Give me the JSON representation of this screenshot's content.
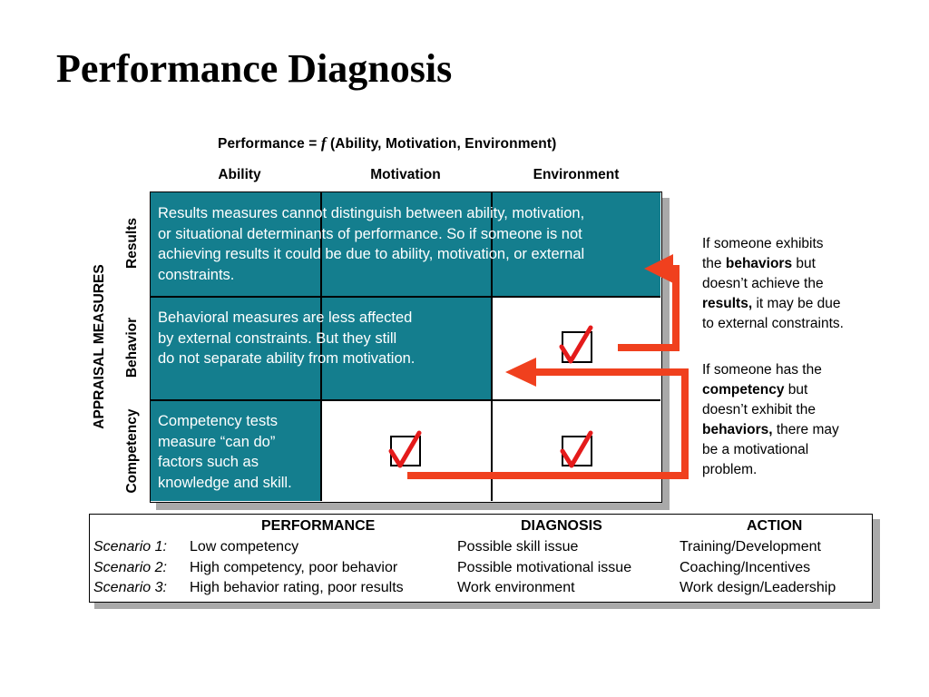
{
  "title": "Performance Diagnosis",
  "formula": {
    "prefix": "Performance = ",
    "f": "f",
    "suffix": " (Ability, Motivation, Environment)"
  },
  "columns": [
    "Ability",
    "Motivation",
    "Environment"
  ],
  "axis_label": "APPRAISAL MEASURES",
  "rows": [
    "Results",
    "Behavior",
    "Competency"
  ],
  "cells": {
    "results": [
      "Results measures cannot distinguish between ability, motivation,",
      "or situational determinants of performance. So if someone is not",
      "achieving results it could be due to ability, motivation, or external",
      "constraints."
    ],
    "behavior": [
      "Behavioral measures are less affected",
      "by external constraints. But they still",
      "do not separate ability from motivation."
    ],
    "competency": [
      "Competency tests",
      "measure “can do”",
      "factors such as",
      "knowledge and skill."
    ]
  },
  "side_notes": {
    "note1": {
      "t1": "If someone exhibits",
      "t2": "the ",
      "b1": "behaviors",
      "t3": " but",
      "t4": "doesn’t achieve the",
      "b2": "results,",
      "t5": " it may be due",
      "t6": "to external constraints."
    },
    "note2": {
      "t1": "If someone has the",
      "b1": "competency",
      "t2": " but",
      "t3": "doesn’t exhibit the",
      "b2": "behaviors,",
      "t4": " there may",
      "t5": "be a motivational",
      "t6": "problem."
    }
  },
  "colors": {
    "teal": "#147e8e",
    "arrow": "#f0401e",
    "check": "#e41b1b"
  },
  "table": {
    "headers": [
      "PERFORMANCE",
      "DIAGNOSIS",
      "ACTION"
    ],
    "rows": [
      {
        "scenario": "Scenario 1:",
        "performance": "Low competency",
        "diagnosis": "Possible skill issue",
        "action": "Training/Development"
      },
      {
        "scenario": "Scenario 2:",
        "performance": "High competency, poor behavior",
        "diagnosis": "Possible motivational issue",
        "action": "Coaching/Incentives"
      },
      {
        "scenario": "Scenario 3:",
        "performance": "High behavior rating, poor results",
        "diagnosis": "Work environment",
        "action": "Work design/Leadership"
      }
    ]
  }
}
